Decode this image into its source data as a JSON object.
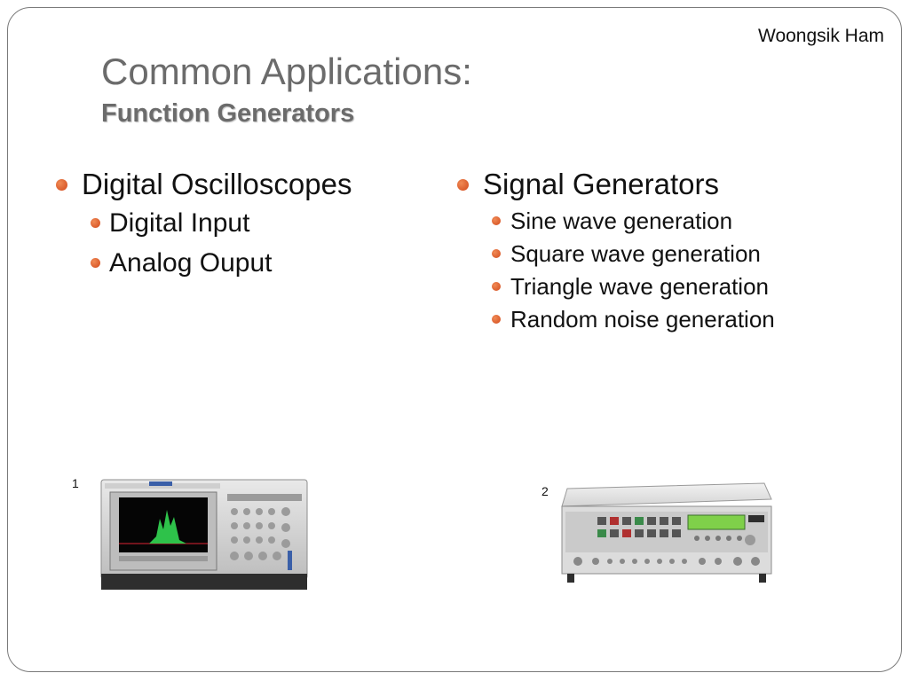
{
  "header": {
    "author": "Woongsik Ham"
  },
  "title": {
    "main": "Common Applications:",
    "sub": "Function Generators"
  },
  "left_column": {
    "heading": "Digital Oscilloscopes",
    "items": [
      "Digital Input",
      "Analog Ouput"
    ]
  },
  "right_column": {
    "heading": "Signal Generators",
    "items": [
      "Sine wave generation",
      "Square wave generation",
      "Triangle wave generation",
      "Random noise generation"
    ]
  },
  "figures": [
    {
      "number": "1",
      "icon": "oscilloscope-image"
    },
    {
      "number": "2",
      "icon": "signal-generator-image"
    }
  ],
  "colors": {
    "bullet": "#d9541e",
    "title": "#6b6b6b",
    "frame": "#7a7a7a"
  }
}
